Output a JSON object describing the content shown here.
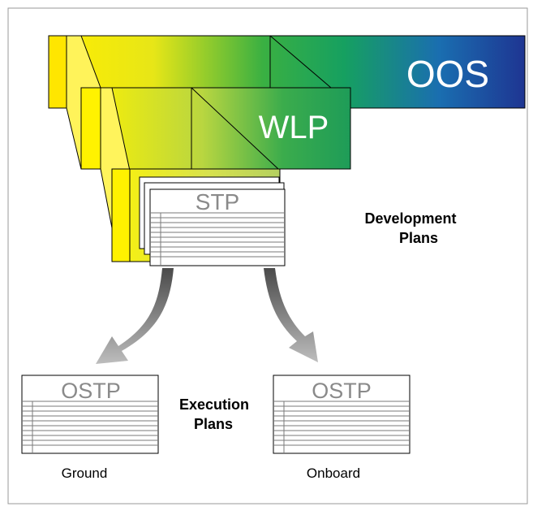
{
  "diagram": {
    "labels": {
      "oos": "OOS",
      "wlp": "WLP",
      "stp": "STP",
      "development_plans": [
        "Development",
        "Plans"
      ],
      "execution_plans": [
        "Execution",
        "Plans"
      ],
      "ostp_ground": "OSTP",
      "ostp_onboard": "OSTP",
      "ground": "Ground",
      "onboard": "Onboard"
    },
    "colors": {
      "yellow": "#ffee00",
      "green": "#22a455",
      "blue": "#1e3a96",
      "border": "#000000",
      "arrow": "#9a9a9a",
      "card_text": "#8a8a8a"
    }
  }
}
